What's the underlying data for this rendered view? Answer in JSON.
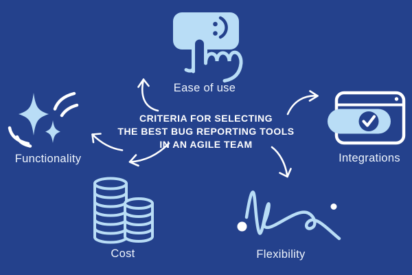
{
  "heading": {
    "lines": [
      "CRITERIA FOR SELECTING",
      "THE BEST BUG REPORTING TOOLS",
      "IN AN AGILE TEAM"
    ]
  },
  "criteria": [
    {
      "label": "Ease of use",
      "icon": "tap-button-smiley-icon"
    },
    {
      "label": "Integrations",
      "icon": "browser-window-toggle-check-icon"
    },
    {
      "label": "Flexibility",
      "icon": "squiggle-line-icon"
    },
    {
      "label": "Cost",
      "icon": "coin-stacks-icon"
    },
    {
      "label": "Functionality",
      "icon": "sparkles-icon"
    }
  ],
  "colors": {
    "background": "#24418c",
    "accent_light_blue": "#b9ddf6",
    "white": "#ffffff"
  }
}
